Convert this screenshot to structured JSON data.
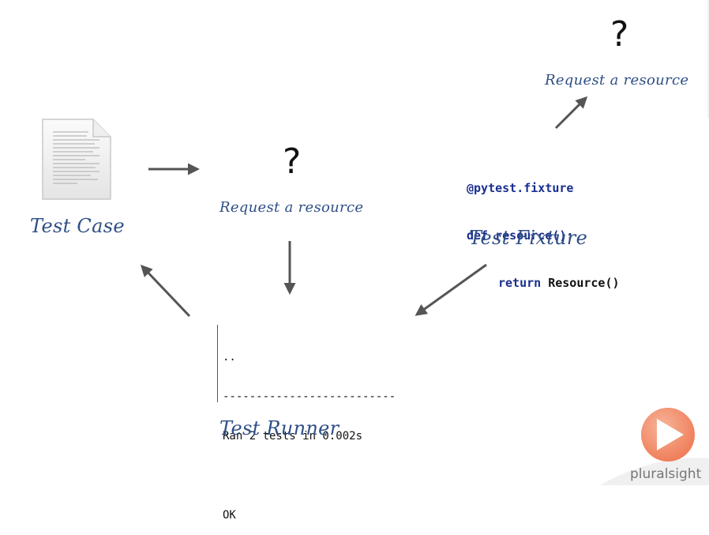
{
  "nodes": {
    "test_case": {
      "label": "Test Case"
    },
    "request_center": {
      "symbol": "?",
      "label": "Request a resource"
    },
    "request_top": {
      "symbol": "?",
      "label": "Request a resource"
    },
    "test_fixture": {
      "label": "Test Fixture"
    },
    "test_runner": {
      "label": "Test Runner"
    }
  },
  "fixture_code": {
    "decorator": "@pytest.fixture",
    "def_keyword": "def",
    "func_sig": " resource():",
    "return_keyword": "return",
    "return_value": " Resource()"
  },
  "runner_output": {
    "dots": "..",
    "separator": "--------------------------",
    "summary": "Ran 2 tests in 0.002s",
    "status": "OK"
  },
  "branding": {
    "logo_text": "pluralsight"
  },
  "colors": {
    "handwriting": "#2f4f86",
    "arrow": "#555555",
    "code_keyword": "#1a2f8f",
    "brand": "#f05a28"
  }
}
